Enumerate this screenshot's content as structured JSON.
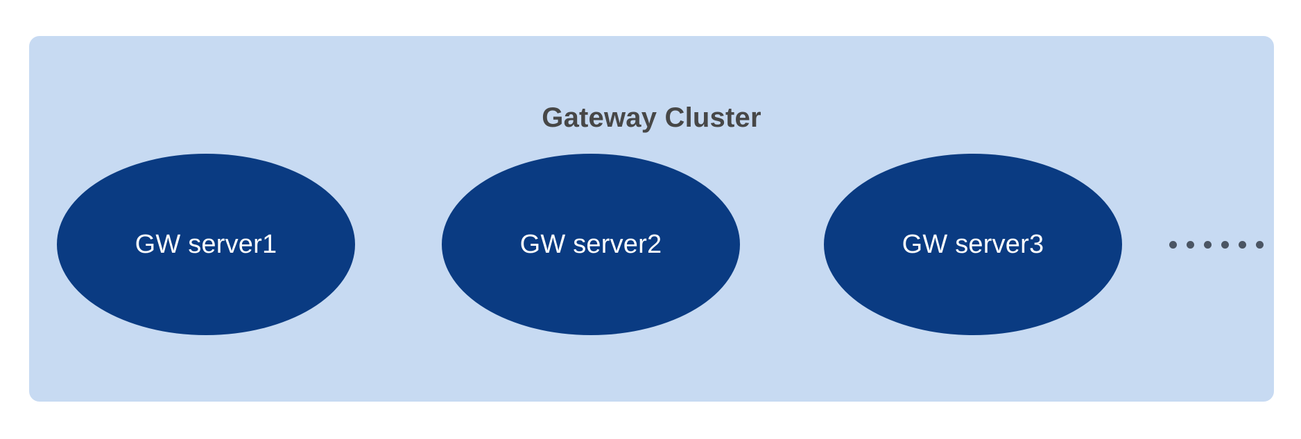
{
  "diagram": {
    "title": "Gateway Cluster",
    "background_color": "#ffffff",
    "container": {
      "name": "gateway-cluster-container",
      "fill_color": "#c7daf2",
      "title": "Gateway Cluster",
      "title_color": "#474747"
    },
    "nodes": [
      {
        "id": "gw-server-1",
        "label": "GW server1",
        "shape": "ellipse",
        "fill_color": "#0a3b82",
        "text_color": "#ffffff"
      },
      {
        "id": "gw-server-2",
        "label": "GW server2",
        "shape": "ellipse",
        "fill_color": "#0a3b82",
        "text_color": "#ffffff"
      },
      {
        "id": "gw-server-3",
        "label": "GW server3",
        "shape": "ellipse",
        "fill_color": "#0a3b82",
        "text_color": "#ffffff"
      }
    ],
    "more_indicator": {
      "name": "more-servers-ellipsis",
      "text": "……",
      "dot_count": 6,
      "color": "#4b5563"
    }
  }
}
